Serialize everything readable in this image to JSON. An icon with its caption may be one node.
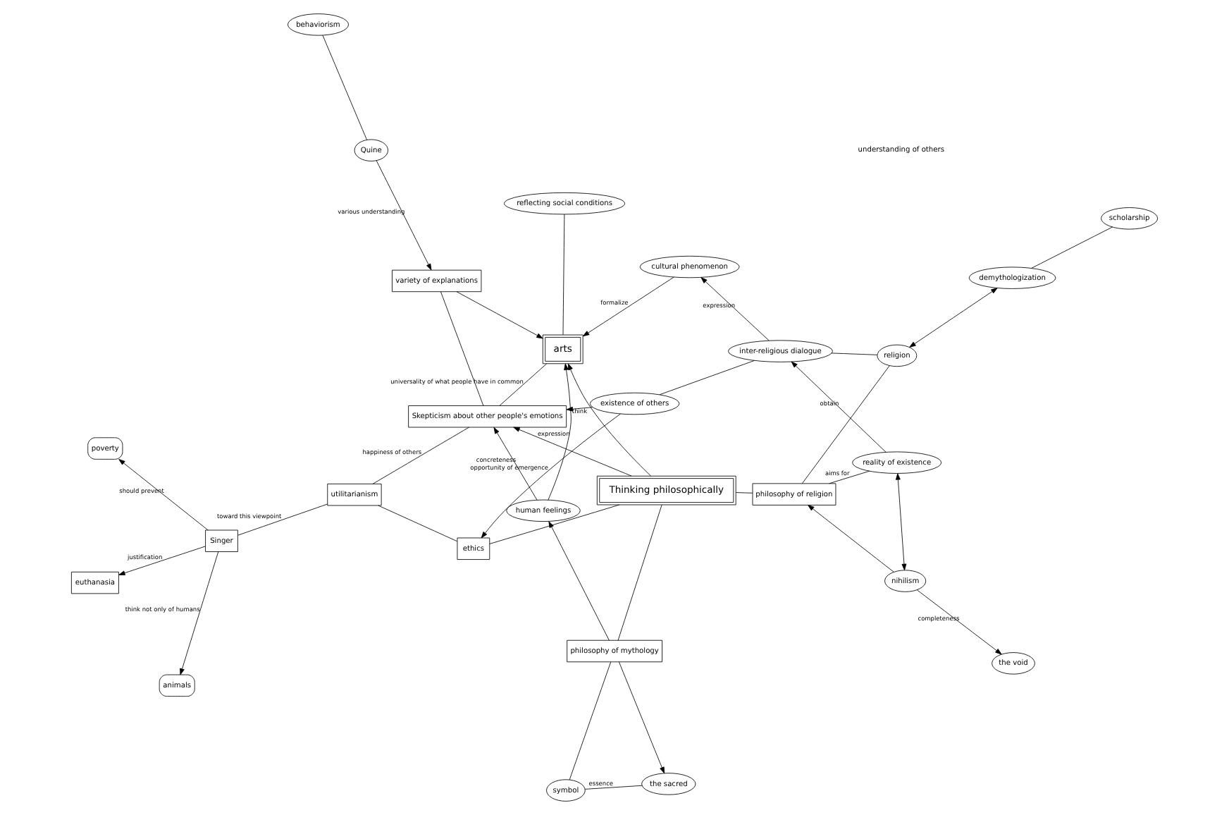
{
  "diagram": {
    "nodes": [
      {
        "text": [
          "the void"
        ]
      },
      {
        "text": [
          "nihilism"
        ]
      },
      {
        "text": [
          "ethics"
        ]
      },
      {
        "text": [
          "utilitarianism"
        ]
      },
      {
        "text": [
          "philosophy of religion"
        ]
      },
      {
        "text": [
          "poverty"
        ]
      },
      {
        "text": [
          "Singer"
        ]
      },
      {
        "text": [
          "existence of others"
        ]
      },
      {
        "text": [
          "euthanasia"
        ]
      },
      {
        "text": [
          "animals"
        ]
      },
      {
        "text": [
          "reality of existence"
        ]
      },
      {
        "text": [
          "Skepticism about other people's emotions"
        ]
      },
      {
        "text": [
          "Thinking philosophically"
        ]
      },
      {
        "text": [
          "religion"
        ]
      },
      {
        "text": [
          "inter-religious dialogue"
        ]
      },
      {
        "text": [
          "variety of explanations"
        ]
      },
      {
        "text": [
          "the sacred"
        ]
      },
      {
        "text": [
          "human feelings"
        ]
      },
      {
        "text": [
          "philosophy of mythology"
        ]
      },
      {
        "text": [
          "behaviorism"
        ]
      },
      {
        "text": [
          "Quine"
        ]
      },
      {
        "text": [
          "symbol"
        ]
      },
      {
        "text": [
          "cultural phenomenon"
        ]
      },
      {
        "text": [
          "arts"
        ]
      },
      {
        "text": [
          "demythologization"
        ]
      },
      {
        "text": [
          "scholarship"
        ]
      },
      {
        "text": [
          "reflecting social conditions"
        ]
      }
    ],
    "edges": [
      {
        "from": 1,
        "to": 0,
        "arrow": "to",
        "label": "completeness"
      },
      {
        "from": 1,
        "to": 4,
        "arrow": "to"
      },
      {
        "from": 10,
        "to": 1,
        "arrow": "both"
      },
      {
        "from": 4,
        "to": 10,
        "arrow": "none",
        "label": "aims for"
      },
      {
        "from": 4,
        "to": 13,
        "arrow": "none"
      },
      {
        "from": 4,
        "to": 12,
        "arrow": "none"
      },
      {
        "from": 10,
        "to": 14,
        "arrow": "to",
        "label": "obtain"
      },
      {
        "from": 13,
        "to": 14,
        "arrow": "none"
      },
      {
        "from": 14,
        "to": 7,
        "arrow": "none"
      },
      {
        "from": 7,
        "to": 2,
        "arrow": "to",
        "label": "opportunity of emergence"
      },
      {
        "from": 7,
        "to": 11,
        "arrow": "to",
        "label": "think"
      },
      {
        "from": 2,
        "to": 12,
        "arrow": "none"
      },
      {
        "from": 2,
        "to": 3,
        "arrow": "none"
      },
      {
        "from": 6,
        "to": 5,
        "arrow": "to",
        "label": "should prevent"
      },
      {
        "from": 6,
        "to": 8,
        "arrow": "to",
        "label": "justification"
      },
      {
        "from": 6,
        "to": 9,
        "arrow": "to",
        "label": "think not only of humans"
      },
      {
        "from": 6,
        "to": 3,
        "arrow": "none",
        "label": "toward this viewpoint"
      },
      {
        "from": 3,
        "to": 11,
        "arrow": "none",
        "label": "happiness of others"
      },
      {
        "from": 12,
        "to": 11,
        "arrow": "to"
      },
      {
        "from": 17,
        "to": 11,
        "arrow": "to",
        "label": "concreteness"
      },
      {
        "from": 11,
        "to": 15,
        "arrow": "none"
      },
      {
        "from": 11,
        "to": 23,
        "arrow": "none",
        "label": "universality of what people have in common"
      },
      {
        "from": 12,
        "to": 23,
        "arrow": "to"
      },
      {
        "from": 15,
        "to": 23,
        "arrow": "to"
      },
      {
        "from": 20,
        "to": 15,
        "arrow": "to",
        "label": "various understanding"
      },
      {
        "from": 20,
        "to": 19,
        "arrow": "none"
      },
      {
        "from": 14,
        "to": 22,
        "arrow": "to",
        "label": "expression"
      },
      {
        "from": 17,
        "to": 23,
        "arrow": "to",
        "label": "expression"
      },
      {
        "from": 22,
        "to": 23,
        "arrow": "to",
        "label": "formalize"
      },
      {
        "from": 23,
        "to": 26,
        "arrow": "none"
      },
      {
        "from": 18,
        "to": 16,
        "arrow": "to"
      },
      {
        "from": 16,
        "to": 21,
        "arrow": "none",
        "label": "essence"
      },
      {
        "from": 18,
        "to": 21,
        "arrow": "none"
      },
      {
        "from": 18,
        "to": 17,
        "arrow": "to"
      },
      {
        "from": 18,
        "to": 12,
        "arrow": "none"
      },
      {
        "from": 13,
        "to": 24,
        "arrow": "both"
      },
      {
        "from": 24,
        "to": 25,
        "arrow": "none"
      }
    ],
    "labels": [
      "understanding of others"
    ]
  }
}
